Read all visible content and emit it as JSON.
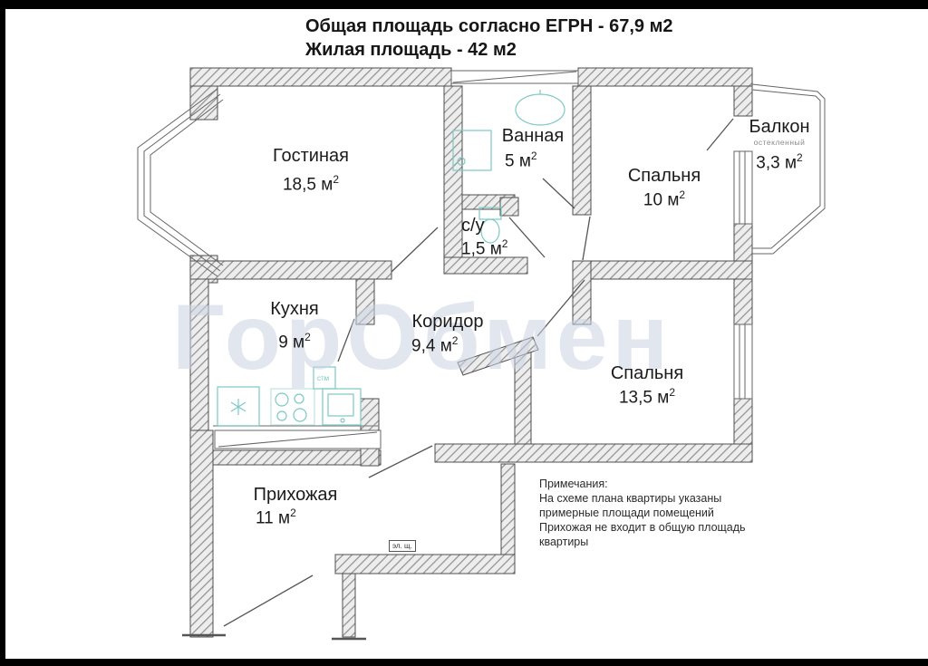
{
  "page": {
    "background": "#ffffff",
    "frame_color": "#000000"
  },
  "title": {
    "line1": "Общая площадь согласно ЕГРН - 67,9 м2",
    "line2": "Жилая площадь - 42 м2"
  },
  "watermark": "ГорОбмен",
  "sup": "2",
  "rooms": [
    {
      "name": "Гостиная",
      "area": "18,5 м"
    },
    {
      "name": "Ванная",
      "area": "5 м"
    },
    {
      "name": "Спальня",
      "area": "10 м"
    },
    {
      "name": "Балкон",
      "note": "остекленный",
      "area": "3,3 м"
    },
    {
      "name": "с/у",
      "area": "1,5 м"
    },
    {
      "name": "Кухня",
      "area": "9 м"
    },
    {
      "name": "Коридор",
      "area": "9,4 м"
    },
    {
      "name": "Спальня",
      "area": "13,5 м"
    },
    {
      "name": "Прихожая",
      "area": "11 м"
    }
  ],
  "labels": {
    "electric_panel": "эл. щ.",
    "washing_machine": "стм"
  },
  "notes": {
    "heading": "Примечания:",
    "lines": [
      "На схеме плана квартиры указаны",
      "примерные площади помещений",
      "Прихожая не входит в общую площадь",
      "квартиры"
    ]
  },
  "colors": {
    "wall_hatch": "#8f8f8f",
    "wall_outline": "#4f4f4f",
    "fixture": "#7cc9c4",
    "watermark": "#cad1e2"
  }
}
